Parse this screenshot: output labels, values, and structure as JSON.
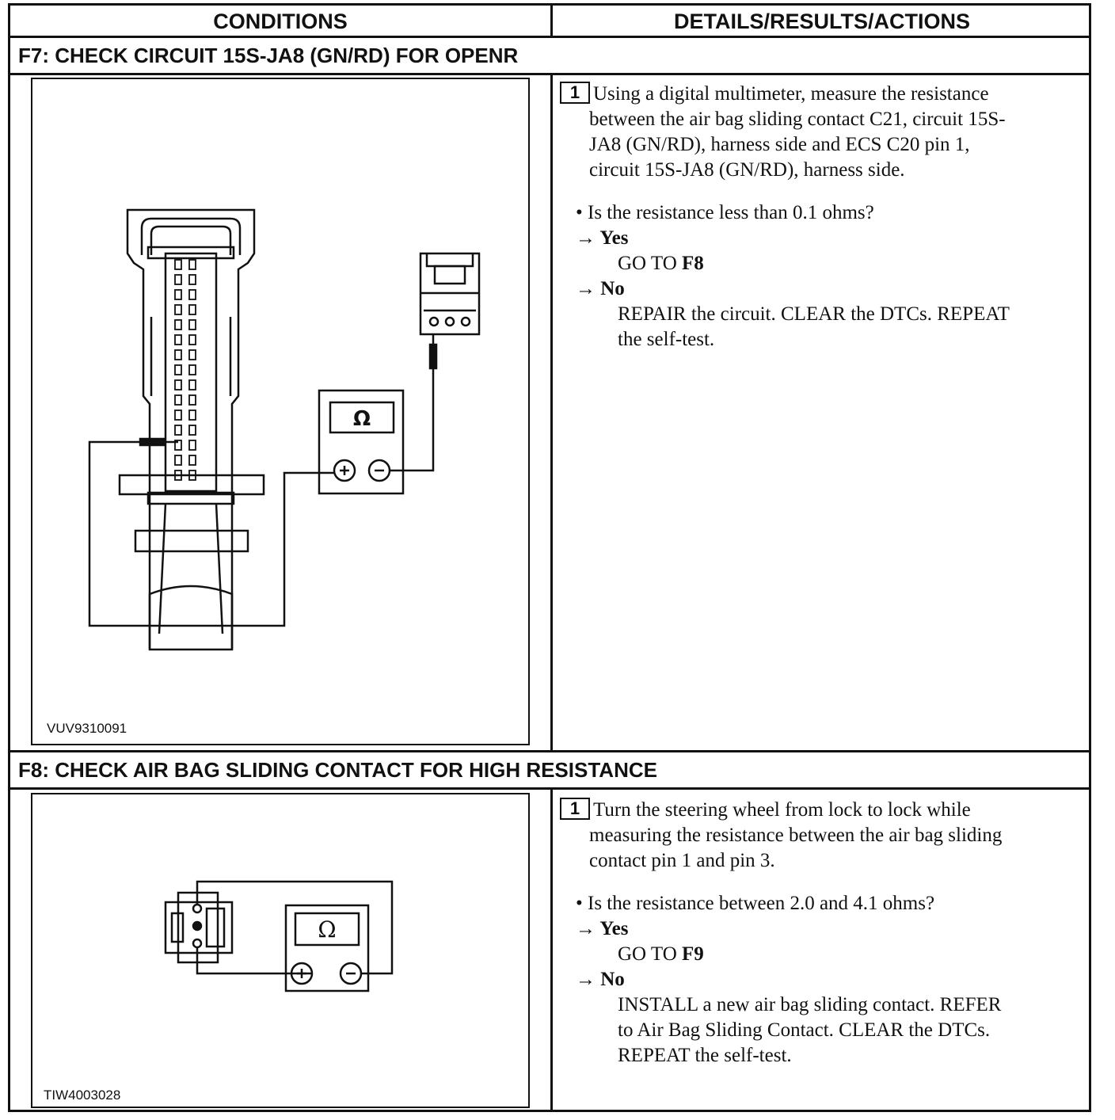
{
  "headers": {
    "conditions": "CONDITIONS",
    "details": "DETAILS/RESULTS/ACTIONS"
  },
  "f7": {
    "title": "F7: CHECK CIRCUIT 15S-JA8 (GN/RD) FOR OPENR",
    "figure_id": "VUV9310091",
    "meter_symbol": "Ω",
    "step_number": "1",
    "instruction_lines": [
      "Using a digital multimeter, measure the resistance",
      "between the air bag sliding contact C21, circuit 15S-",
      "JA8 (GN/RD), harness side and ECS C20 pin 1,",
      "circuit 15S-JA8 (GN/RD), harness side."
    ],
    "question": "• Is the resistance less than 0.1 ohms?",
    "yes_label": "→ Yes",
    "yes_action_prefix": "GO TO ",
    "yes_action_target": "F8",
    "no_label": "→ No",
    "no_action_lines": [
      "REPAIR the circuit. CLEAR the DTCs. REPEAT",
      "the self-test."
    ]
  },
  "f8": {
    "title": "F8: CHECK AIR BAG SLIDING CONTACT FOR HIGH RESISTANCE",
    "figure_id": "TIW4003028",
    "meter_symbol": "Ω",
    "step_number": "1",
    "instruction_lines": [
      "Turn the steering wheel from lock to lock while",
      "measuring the resistance between the air bag sliding",
      "contact pin 1 and pin 3."
    ],
    "question": "• Is the resistance between 2.0 and 4.1 ohms?",
    "yes_label": "→ Yes",
    "yes_action_prefix": "GO TO ",
    "yes_action_target": "F9",
    "no_label": "→ No",
    "no_action_lines": [
      "INSTALL a new air bag sliding contact. REFER",
      "to Air Bag Sliding Contact. CLEAR the DTCs.",
      "REPEAT the self-test."
    ]
  }
}
